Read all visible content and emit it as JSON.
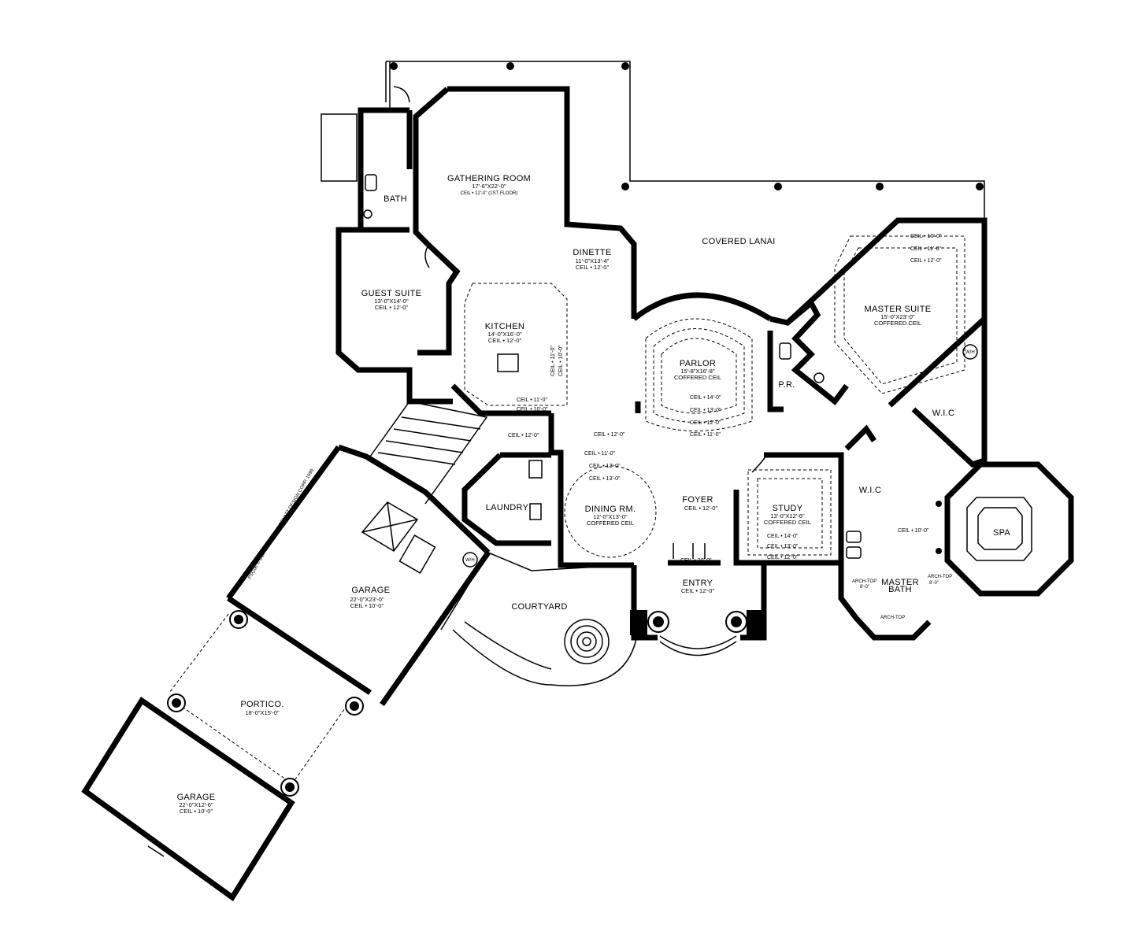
{
  "rooms": {
    "gathering_room": {
      "name": "GATHERING ROOM",
      "dims": "17'-6\"X22'-0\"",
      "ceil": "CEIL • 12'-0\" (1ST FLOOR)"
    },
    "bath": {
      "name": "BATH"
    },
    "covered_lanai": {
      "name": "COVERED LANAI"
    },
    "dinette": {
      "name": "DINETTE",
      "dims": "11'-0\"X13'-4\"",
      "ceil": "CEIL • 12'-0\""
    },
    "guest_suite": {
      "name": "GUEST SUITE",
      "dims": "13'-0\"X14'-0\"",
      "ceil": "CEIL • 12'-0\""
    },
    "kitchen": {
      "name": "KITCHEN",
      "dims": "14'-0\"X16'-0\"",
      "ceil": "CEIL • 12'-0\""
    },
    "parlor": {
      "name": "PARLOR",
      "dims": "15'-8\"X16'-8\"",
      "ceil": "COFFERED CEIL"
    },
    "pr": {
      "name": "P.R."
    },
    "master_suite": {
      "name": "MASTER SUITE",
      "dims": "15'-0\"X23'-0\"",
      "ceil": "COFFERED CEIL"
    },
    "wic_upper": {
      "name": "W.I.C"
    },
    "wic_lower": {
      "name": "W.I.C"
    },
    "laundry": {
      "name": "LAUNDRY"
    },
    "dining": {
      "name": "DINING RM.",
      "dims": "12'-0\"X13'-0\"",
      "ceil": "COFFERED CEIL"
    },
    "foyer": {
      "name": "FOYER",
      "ceil": "CEIL • 12'-0\""
    },
    "study": {
      "name": "STUDY",
      "dims": "13'-0\"X12'-6\"",
      "ceil": "COFFERED CEIL"
    },
    "spa": {
      "name": "SPA"
    },
    "master_bath": {
      "name": "MASTER",
      "name2": "BATH"
    },
    "entry": {
      "name": "ENTRY",
      "ceil": "CEIL • 12'-0\""
    },
    "courtyard": {
      "name": "COURTYARD"
    },
    "garage_main": {
      "name": "GARAGE",
      "dims": "22'-0\"X23'-0\"",
      "ceil": "CEIL • 10'-0\""
    },
    "portico": {
      "name": "PORTICO.",
      "dims": "18'-0\"X15'-0\""
    },
    "garage_2": {
      "name": "GARAGE",
      "dims": "22'-0\"X12'-6\"",
      "ceil": "CEIL • 10'-0\""
    }
  },
  "ceilings": {
    "master_1": "CEIL • 10'-0\"",
    "master_2": "CEIL • 11'-0\"",
    "master_3": "CEIL • 12'-0\"",
    "parlor_1": "CEIL • 14'-0\"",
    "parlor_2": "CEIL • 13'-0\"",
    "parlor_3": "CEIL • 12'-0\"",
    "parlor_4": "CEIL • 11'-0\"",
    "kitchen_1": "CEIL • 11'-0\"",
    "kitchen_2": "CEIL • 10'-0\"",
    "kitchen_v1": "CEIL • 11'-0\"",
    "kitchen_v2": "CEIL • 10'-0\"",
    "hall_left": "CEIL • 12'-0\"",
    "hall_center": "CEIL • 12'-0\"",
    "dining_1": "CEIL • 11'-0\"",
    "dining_2": "CEIL • 12'-0\"",
    "dining_3": "CEIL • 13'-0\"",
    "study_1": "CEIL • 14'-0\"",
    "study_2": "CEIL • 13'-0\"",
    "study_3": "CEIL • 12'-0\"",
    "entry_high": "CEIL • 20'-0\"",
    "bath_ceil": "CEIL • 10'-0\""
  },
  "notes": {
    "archtop_left": "ARCH-TOP",
    "archtop_left_h": "8'-0\"",
    "archtop_right": "ARCH-TOP",
    "archtop_right_h": "8'-0\"",
    "archtop_bottom": "ARCH-TOP",
    "copyright": "PSG06 © COPYRIGHT THE BOYATT DESIGN CORP. 1999",
    "ac_garage": "W/H",
    "ac_master": "W/H"
  }
}
